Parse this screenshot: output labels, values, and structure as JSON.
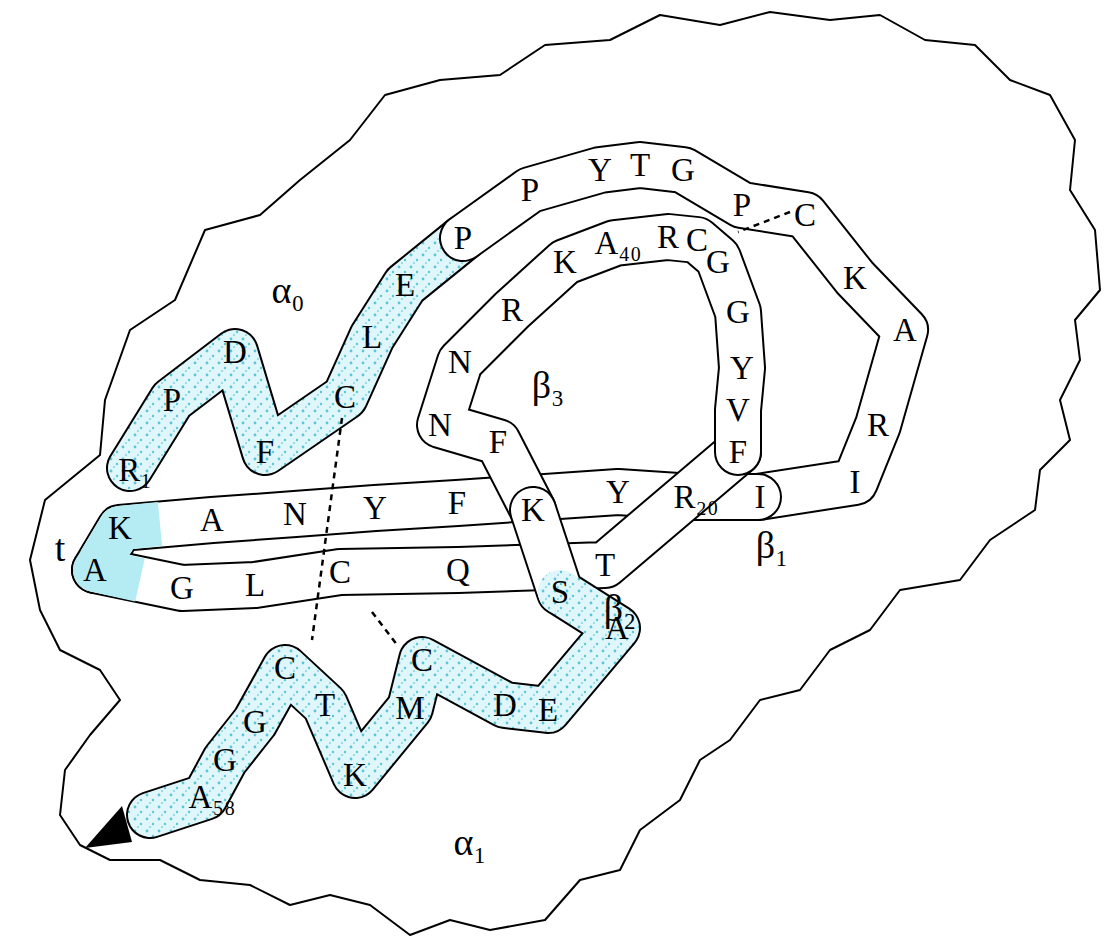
{
  "diagram": {
    "labels": [
      "R₁",
      "P",
      "D",
      "F",
      "C",
      "L",
      "E",
      "P",
      "P",
      "Y",
      "T",
      "G",
      "P",
      "C",
      "K",
      "A",
      "R",
      "I",
      "I",
      "R₂₀",
      "Y",
      "F",
      "Y",
      "N",
      "A",
      "K",
      "A",
      "G",
      "L",
      "C",
      "Q",
      "T",
      "F",
      "V",
      "Y",
      "G",
      "G",
      "C",
      "R",
      "A₄₀",
      "K",
      "R",
      "N",
      "N",
      "F",
      "K",
      "S",
      "A",
      "E",
      "D",
      "C",
      "M",
      "K",
      "T",
      "C",
      "G",
      "G",
      "A₅₈",
      "α₀",
      "β₃",
      "β₁",
      "β₂",
      "α₁",
      "t"
    ]
  }
}
